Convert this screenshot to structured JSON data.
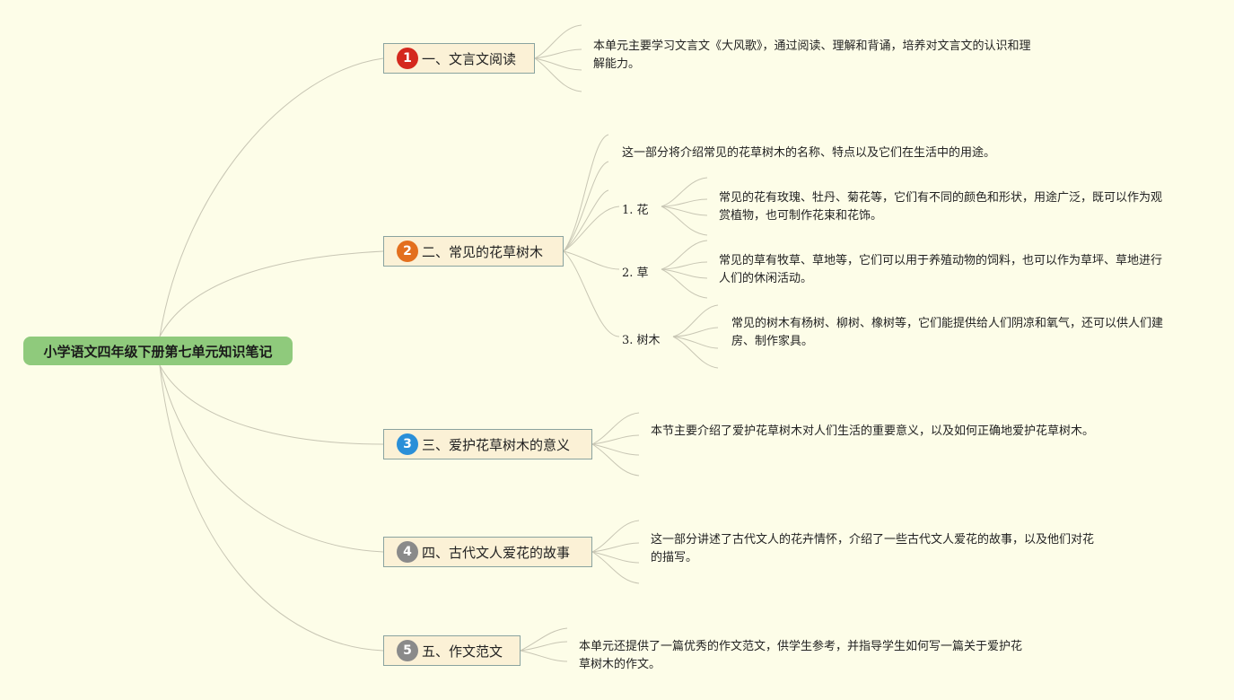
{
  "root": {
    "title": "小学语文四年级下册第七单元知识笔记"
  },
  "topics": [
    {
      "num": "1",
      "title": "一、文言文阅读",
      "color": "#d4281e",
      "desc": "本单元主要学习文言文《大风歌》，通过阅读、理解和背诵，培养对文言文的认识和理解能力。"
    },
    {
      "num": "2",
      "title": "二、常见的花草树木",
      "color": "#e36f1e",
      "desc": "这一部分将介绍常见的花草树木的名称、特点以及它们在生活中的用途。",
      "subs": [
        {
          "label": "1. 花",
          "desc": "常见的花有玫瑰、牡丹、菊花等，它们有不同的颜色和形状，用途广泛，既可以作为观赏植物，也可制作花束和花饰。"
        },
        {
          "label": "2. 草",
          "desc": "常见的草有牧草、草地等，它们可以用于养殖动物的饲料，也可以作为草坪、草地进行人们的休闲活动。"
        },
        {
          "label": "3. 树木",
          "desc": "常见的树木有杨树、柳树、橡树等，它们能提供给人们阴凉和氧气，还可以供人们建房、制作家具。"
        }
      ]
    },
    {
      "num": "3",
      "title": "三、爱护花草树木的意义",
      "color": "#2a8fd8",
      "desc": "本节主要介绍了爱护花草树木对人们生活的重要意义，以及如何正确地爱护花草树木。"
    },
    {
      "num": "4",
      "title": "四、古代文人爱花的故事",
      "color": "#8a8a8a",
      "desc": "这一部分讲述了古代文人的花卉情怀，介绍了一些古代文人爱花的故事，以及他们对花的描写。"
    },
    {
      "num": "5",
      "title": "五、作文范文",
      "color": "#8a8a8a",
      "desc": "本单元还提供了一篇优秀的作文范文，供学生参考，并指导学生如何写一篇关于爱护花草树木的作文。"
    }
  ]
}
